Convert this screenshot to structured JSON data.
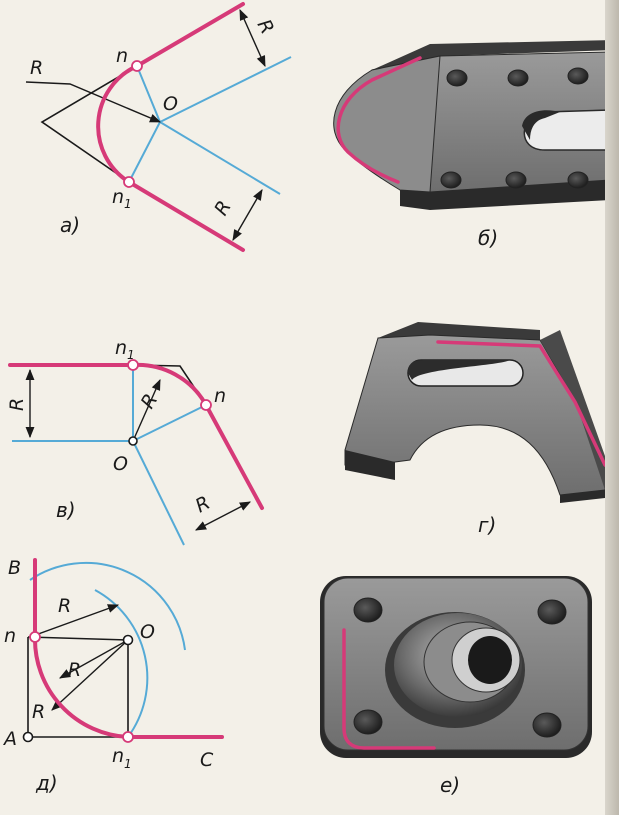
{
  "figure_a": {
    "caption": "а)",
    "radius_label_outer": "R",
    "radius_label_top": "R",
    "radius_label_bottom": "R",
    "point_n": "n",
    "point_n1": "n",
    "point_n1_sub": "1",
    "point_center": "O"
  },
  "figure_b": {
    "caption": "б)"
  },
  "figure_v": {
    "caption": "в)",
    "radius_label_left": "R",
    "radius_label_inner": "R",
    "radius_label_bottom": "R",
    "point_n": "n",
    "point_n1": "n",
    "point_n1_sub": "1",
    "point_center": "O"
  },
  "figure_g": {
    "caption": "г)"
  },
  "figure_d": {
    "caption": "д)",
    "point_B": "B",
    "point_A": "A",
    "point_C": "C",
    "point_n": "n",
    "point_n1": "n",
    "point_n1_sub": "1",
    "point_center": "O",
    "radius_label_1": "R",
    "radius_label_2": "R",
    "radius_label_3": "R"
  },
  "figure_e": {
    "caption": "е)"
  },
  "colors": {
    "magenta": "#d63a78",
    "blue": "#55aad6",
    "black": "#1a1a1a",
    "metal": "#7a7a7a"
  }
}
